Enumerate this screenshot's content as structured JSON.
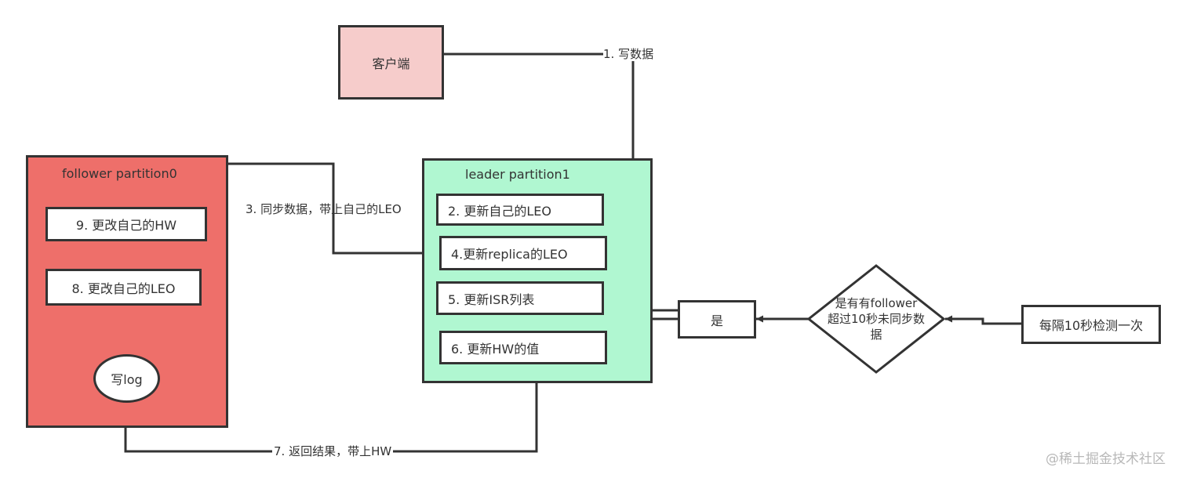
{
  "diagram": {
    "colors": {
      "client_fill": "#f6cccb",
      "follower_fill": "#ee6f6a",
      "leader_fill": "#b0f7d1",
      "stroke": "#333333",
      "watermark": "#b8b8b8"
    },
    "client": {
      "label": "客户端"
    },
    "follower": {
      "title": "follower partition0",
      "steps": {
        "hw": "9. 更改自己的HW",
        "leo": "8. 更改自己的LEO",
        "log": "写log"
      }
    },
    "leader": {
      "title": "leader partition1",
      "steps": {
        "s2": "2. 更新自己的LEO",
        "s4": "4.更新replica的LEO",
        "s5": "5. 更新ISR列表",
        "s6": "6. 更新HW的值"
      }
    },
    "check": {
      "yes": "是",
      "decision_lines": [
        "是有有follower",
        "超过10秒未同步数",
        "据"
      ],
      "timer": "每隔10秒检测一次"
    },
    "edge_labels": {
      "write_data": "1. 写数据",
      "sync_data": "3. 同步数据，带上自己的LEO",
      "return_result": "7. 返回结果，带上HW"
    },
    "watermark": "@稀土掘金技术社区"
  }
}
